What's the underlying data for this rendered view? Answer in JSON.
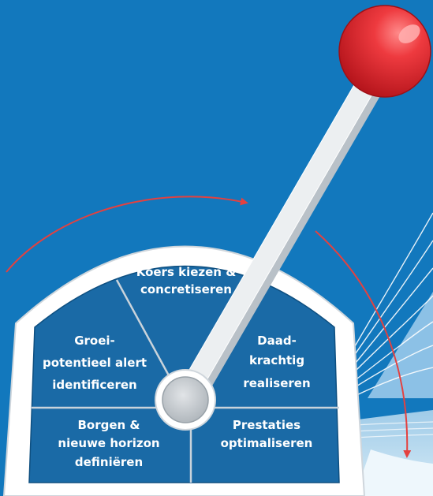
{
  "segments": {
    "top": {
      "lines": [
        "Koers kiezen &",
        "concretiseren"
      ]
    },
    "upper_left": {
      "lines": [
        "Groei-",
        "potentieel alert",
        "identificeren"
      ]
    },
    "upper_right": {
      "lines": [
        "Daad-",
        "krachtig",
        "realiseren"
      ]
    },
    "lower_left": {
      "lines": [
        "Borgen &",
        "nieuwe horizon",
        "definiëren"
      ]
    },
    "lower_right": {
      "lines": [
        "Prestaties",
        "optimaliseren"
      ]
    }
  },
  "colors": {
    "background": "#1278bd",
    "panel": "#1a6aa6",
    "bezel": "#ffffff",
    "lever": "#eceff1",
    "knob": "#e8343a",
    "arrow": "#e4413f",
    "hub": "#c9ced3"
  },
  "icons": [
    "lever-knob-icon",
    "arrow-curve-icon",
    "lever-hub-icon"
  ]
}
